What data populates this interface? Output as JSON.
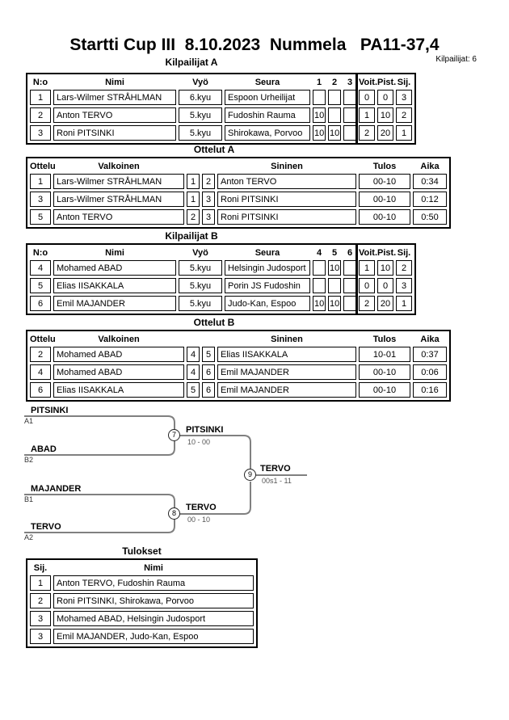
{
  "page": {
    "title": "Startti Cup III  8.10.2023  Nummela   PA11-37,4",
    "competitors_label": "Kilpailijat: 6"
  },
  "colors": {
    "bracket_line": "#808080",
    "text": "#000000",
    "background": "#ffffff"
  },
  "pool_a": {
    "title": "Kilpailijat A",
    "headers": {
      "no": "N:o",
      "name": "Nimi",
      "belt": "Vyö",
      "club": "Seura",
      "r1": "1",
      "r2": "2",
      "r3": "3",
      "wins": "Voit.",
      "points": "Pist.",
      "place": "Sij."
    },
    "rows": [
      {
        "no": "1",
        "name": "Lars-Wilmer STRÅHLMAN",
        "belt": "6.kyu",
        "club": "Espoon Urheilijat",
        "r1": "",
        "r2": "",
        "r3": "",
        "wins": "0",
        "points": "0",
        "place": "3"
      },
      {
        "no": "2",
        "name": "Anton TERVO",
        "belt": "5.kyu",
        "club": "Fudoshin Rauma",
        "r1": "10",
        "r2": "",
        "r3": "",
        "wins": "1",
        "points": "10",
        "place": "2"
      },
      {
        "no": "3",
        "name": "Roni PITSINKI",
        "belt": "5.kyu",
        "club": "Shirokawa, Porvoo",
        "r1": "10",
        "r2": "10",
        "r3": "",
        "wins": "2",
        "points": "20",
        "place": "1"
      }
    ]
  },
  "matches_a": {
    "title": "Ottelut A",
    "headers": {
      "match": "Ottelu",
      "white": "Valkoinen",
      "blue": "Sininen",
      "result": "Tulos",
      "time": "Aika"
    },
    "rows": [
      {
        "match": "1",
        "white": "Lars-Wilmer STRÅHLMAN",
        "white_no": "1",
        "blue_no": "2",
        "blue": "Anton TERVO",
        "result": "00-10",
        "time": "0:34"
      },
      {
        "match": "3",
        "white": "Lars-Wilmer STRÅHLMAN",
        "white_no": "1",
        "blue_no": "3",
        "blue": "Roni PITSINKI",
        "result": "00-10",
        "time": "0:12"
      },
      {
        "match": "5",
        "white": "Anton TERVO",
        "white_no": "2",
        "blue_no": "3",
        "blue": "Roni PITSINKI",
        "result": "00-10",
        "time": "0:50"
      }
    ]
  },
  "pool_b": {
    "title": "Kilpailijat B",
    "headers": {
      "no": "N:o",
      "name": "Nimi",
      "belt": "Vyö",
      "club": "Seura",
      "r1": "4",
      "r2": "5",
      "r3": "6",
      "wins": "Voit.",
      "points": "Pist.",
      "place": "Sij."
    },
    "rows": [
      {
        "no": "4",
        "name": "Mohamed ABAD",
        "belt": "5.kyu",
        "club": "Helsingin Judosport",
        "r1": "",
        "r2": "10",
        "r3": "",
        "wins": "1",
        "points": "10",
        "place": "2"
      },
      {
        "no": "5",
        "name": "Elias IISAKKALA",
        "belt": "5.kyu",
        "club": "Porin JS Fudoshin",
        "r1": "",
        "r2": "",
        "r3": "",
        "wins": "0",
        "points": "0",
        "place": "3"
      },
      {
        "no": "6",
        "name": "Emil MAJANDER",
        "belt": "5.kyu",
        "club": "Judo-Kan, Espoo",
        "r1": "10",
        "r2": "10",
        "r3": "",
        "wins": "2",
        "points": "20",
        "place": "1"
      }
    ]
  },
  "matches_b": {
    "title": "Ottelut B",
    "headers": {
      "match": "Ottelu",
      "white": "Valkoinen",
      "blue": "Sininen",
      "result": "Tulos",
      "time": "Aika"
    },
    "rows": [
      {
        "match": "2",
        "white": "Mohamed ABAD",
        "white_no": "4",
        "blue_no": "5",
        "blue": "Elias IISAKKALA",
        "result": "10-01",
        "time": "0:37"
      },
      {
        "match": "4",
        "white": "Mohamed ABAD",
        "white_no": "4",
        "blue_no": "6",
        "blue": "Emil MAJANDER",
        "result": "00-10",
        "time": "0:06"
      },
      {
        "match": "6",
        "white": "Elias IISAKKALA",
        "white_no": "5",
        "blue_no": "6",
        "blue": "Emil MAJANDER",
        "result": "00-10",
        "time": "0:16"
      }
    ]
  },
  "bracket": {
    "semifinal_1": {
      "match_no": "7",
      "slot1": {
        "name": "PITSINKI",
        "seed": "A1"
      },
      "slot2": {
        "name": "ABAD",
        "seed": "B2"
      },
      "winner": "PITSINKI",
      "score": "10 - 00"
    },
    "semifinal_2": {
      "match_no": "8",
      "slot1": {
        "name": "MAJANDER",
        "seed": "B1"
      },
      "slot2": {
        "name": "TERVO",
        "seed": "A2"
      },
      "winner": "TERVO",
      "score": "00 - 10"
    },
    "final": {
      "match_no": "9",
      "winner": "TERVO",
      "score": "00s1 - 11"
    }
  },
  "results": {
    "title": "Tulokset",
    "headers": {
      "place": "Sij.",
      "name": "Nimi"
    },
    "rows": [
      {
        "place": "1",
        "name": "Anton TERVO, Fudoshin Rauma"
      },
      {
        "place": "2",
        "name": "Roni PITSINKI, Shirokawa, Porvoo"
      },
      {
        "place": "3",
        "name": "Mohamed ABAD, Helsingin Judosport"
      },
      {
        "place": "3",
        "name": "Emil MAJANDER, Judo-Kan, Espoo"
      }
    ]
  }
}
